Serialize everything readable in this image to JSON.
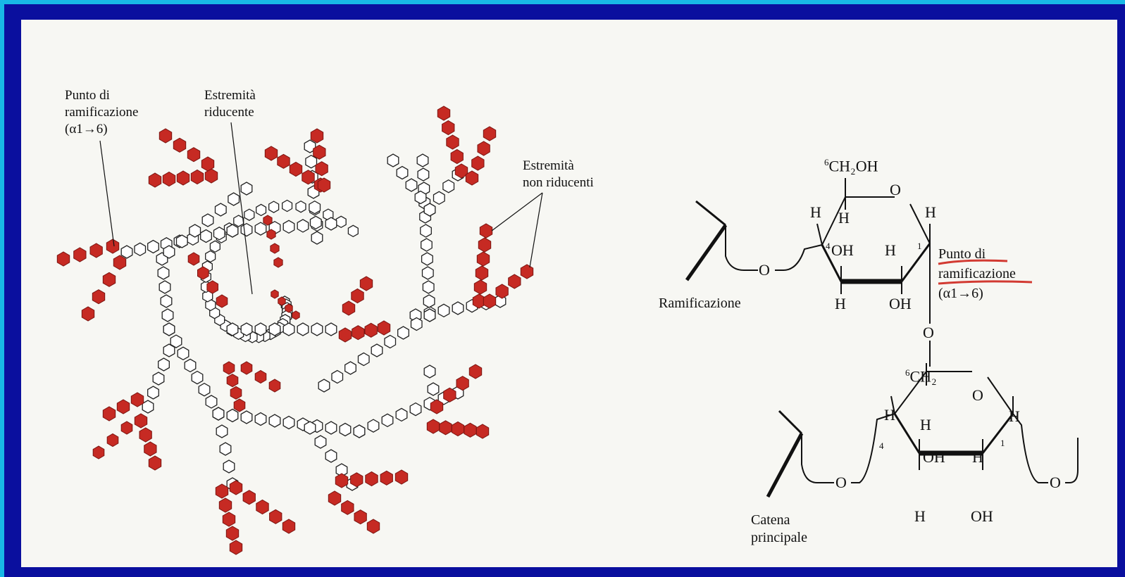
{
  "colors": {
    "frame_bg": "#0a0f9e",
    "frame_accent": "#18b8e6",
    "panel_bg": "#f7f7f3",
    "glucose_nonreducing": "#c62a23",
    "glucose_chain": "#ffffff",
    "highlight_underline": "#d23a32"
  },
  "left_diagram": {
    "label_branch_point_line1": "Punto di",
    "label_branch_point_line2": "ramificazione",
    "label_branch_point_line3": "(α1→6)",
    "label_reducing_end_line1": "Estremità",
    "label_reducing_end_line2": "riducente",
    "label_nonreducing_ends_line1": "Estremità",
    "label_nonreducing_ends_line2": "non riducenti"
  },
  "right_diagram": {
    "top_ring": {
      "ch2oh": "CH₂OH",
      "c6_index": "6",
      "ring_o": "O",
      "h_c4": "H",
      "h_c5": "H",
      "h_c1": "H",
      "oh_c3": "OH",
      "h_c2": "H",
      "h_c3_bottom": "H",
      "oh_c2_bottom": "OH",
      "c4_index": "4",
      "c1_index": "1",
      "link_o": "O"
    },
    "bottom_ring": {
      "ch2": "CH₂",
      "c6_index": "6",
      "ring_o": "O",
      "h_c4": "H",
      "h_c5": "H",
      "h_c1": "H",
      "oh_c3": "OH",
      "h_c2": "H",
      "h_c3_bottom": "H",
      "oh_c2_bottom": "OH",
      "c4_index": "4",
      "c1_index": "1",
      "link_o_left": "O",
      "link_o_right": "O"
    },
    "glycosidic_o": "O",
    "label_branch": "Ramificazione",
    "label_branch_point_line1": "Punto di",
    "label_branch_point_line2": "ramificazione",
    "label_branch_point_line3": "(α1→6)",
    "label_main_chain_line1": "Catena",
    "label_main_chain_line2": "principale"
  }
}
